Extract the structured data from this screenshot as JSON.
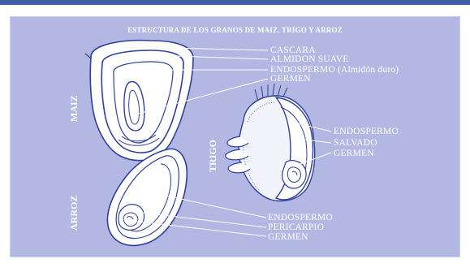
{
  "title": "ESTRUCTURA DE LOS GRANOS DE MAIZ, TRIGO Y ARROZ",
  "grains": {
    "maiz": {
      "name": "MAIZ",
      "labels": [
        "CASCARA",
        "ALMIDON SUAVE",
        "ENDOSPERMO (Almidón duro)",
        "GERMEN"
      ]
    },
    "trigo": {
      "name": "TRIGO",
      "labels": [
        "ENDOSPERMO",
        "SALVADO",
        "GERMEN"
      ]
    },
    "arroz": {
      "name": "ARROZ",
      "labels": [
        "ENDOSPERMO",
        "PERICARPIO",
        "GERMEN"
      ]
    }
  },
  "colors": {
    "panel": "#b3b8e2",
    "ink": "#2f3f9a",
    "text": "#ffffff",
    "fill": "#ffffff"
  }
}
